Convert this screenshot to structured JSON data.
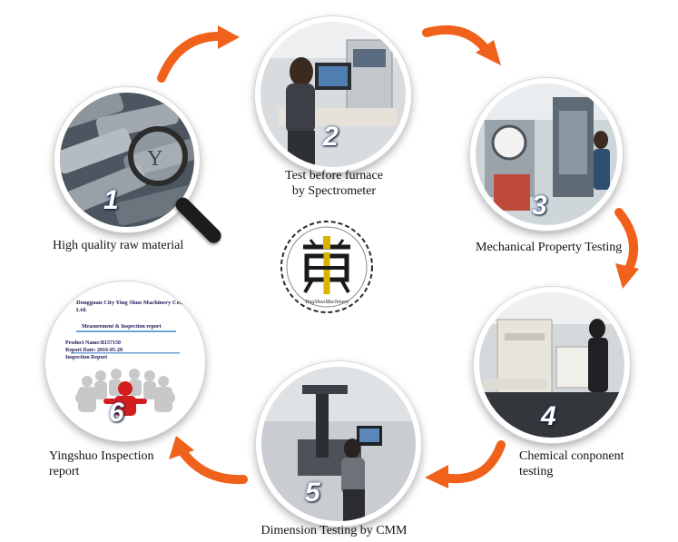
{
  "steps": [
    {
      "number": "1",
      "caption": "High quality raw material"
    },
    {
      "number": "2",
      "caption_lines": [
        "Test before furnace",
        "by Spectrometer"
      ]
    },
    {
      "number": "3",
      "caption": "Mechanical Property Testing"
    },
    {
      "number": "4",
      "caption_lines": [
        "Chemical  conponent",
        "testing"
      ]
    },
    {
      "number": "5",
      "caption": "Dimension Testing by CMM"
    },
    {
      "number": "6",
      "caption_lines": [
        "Yingshuo Inspection",
        "report"
      ]
    }
  ],
  "report": {
    "company": "Dongguan City Ying Shuo Machinery Co., Ltd.",
    "title": "Measurement & Inspection report",
    "product_name": "Product Name:B157150",
    "report_date": "Report Date: 2016-05-28",
    "inspection": "Inspection Report"
  },
  "logo": {
    "text": "YingShuoMachinery"
  },
  "colors": {
    "arrow": "#f0611c",
    "number_text": "#ffffff",
    "accent_blue": "#2a6dc2"
  }
}
